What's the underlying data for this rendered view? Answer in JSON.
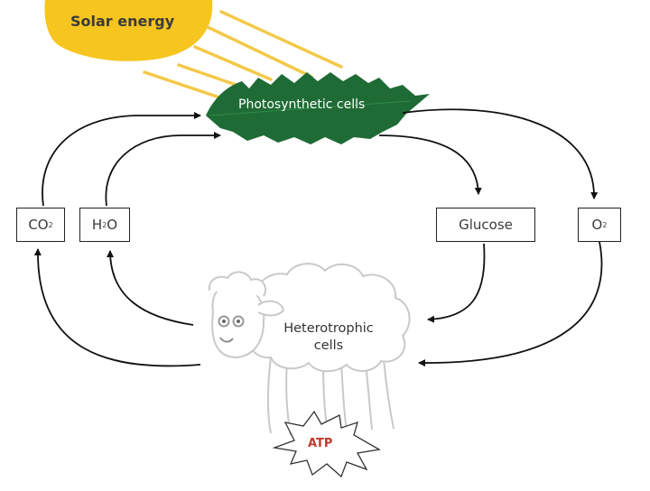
{
  "diagram": {
    "sun": {
      "label": "Solar energy",
      "color": "#f6c51f",
      "ray_color": "#f3c94a"
    },
    "leaf": {
      "label": "Photosynthetic cells",
      "color": "#1f6b35"
    },
    "boxes": {
      "co2": {
        "main": "CO",
        "sub": "2"
      },
      "h2o": {
        "main": "H",
        "sub": "2",
        "tail": "O"
      },
      "glucose": {
        "label": "Glucose"
      },
      "o2": {
        "main": "O",
        "sub": "2"
      }
    },
    "heterotroph": {
      "line1": "Heterotrophic",
      "line2": "cells",
      "outline_color": "#c9c9c9"
    },
    "atp": {
      "label": "ATP",
      "color": "#c0392b"
    },
    "arrow_color": "#111111"
  }
}
